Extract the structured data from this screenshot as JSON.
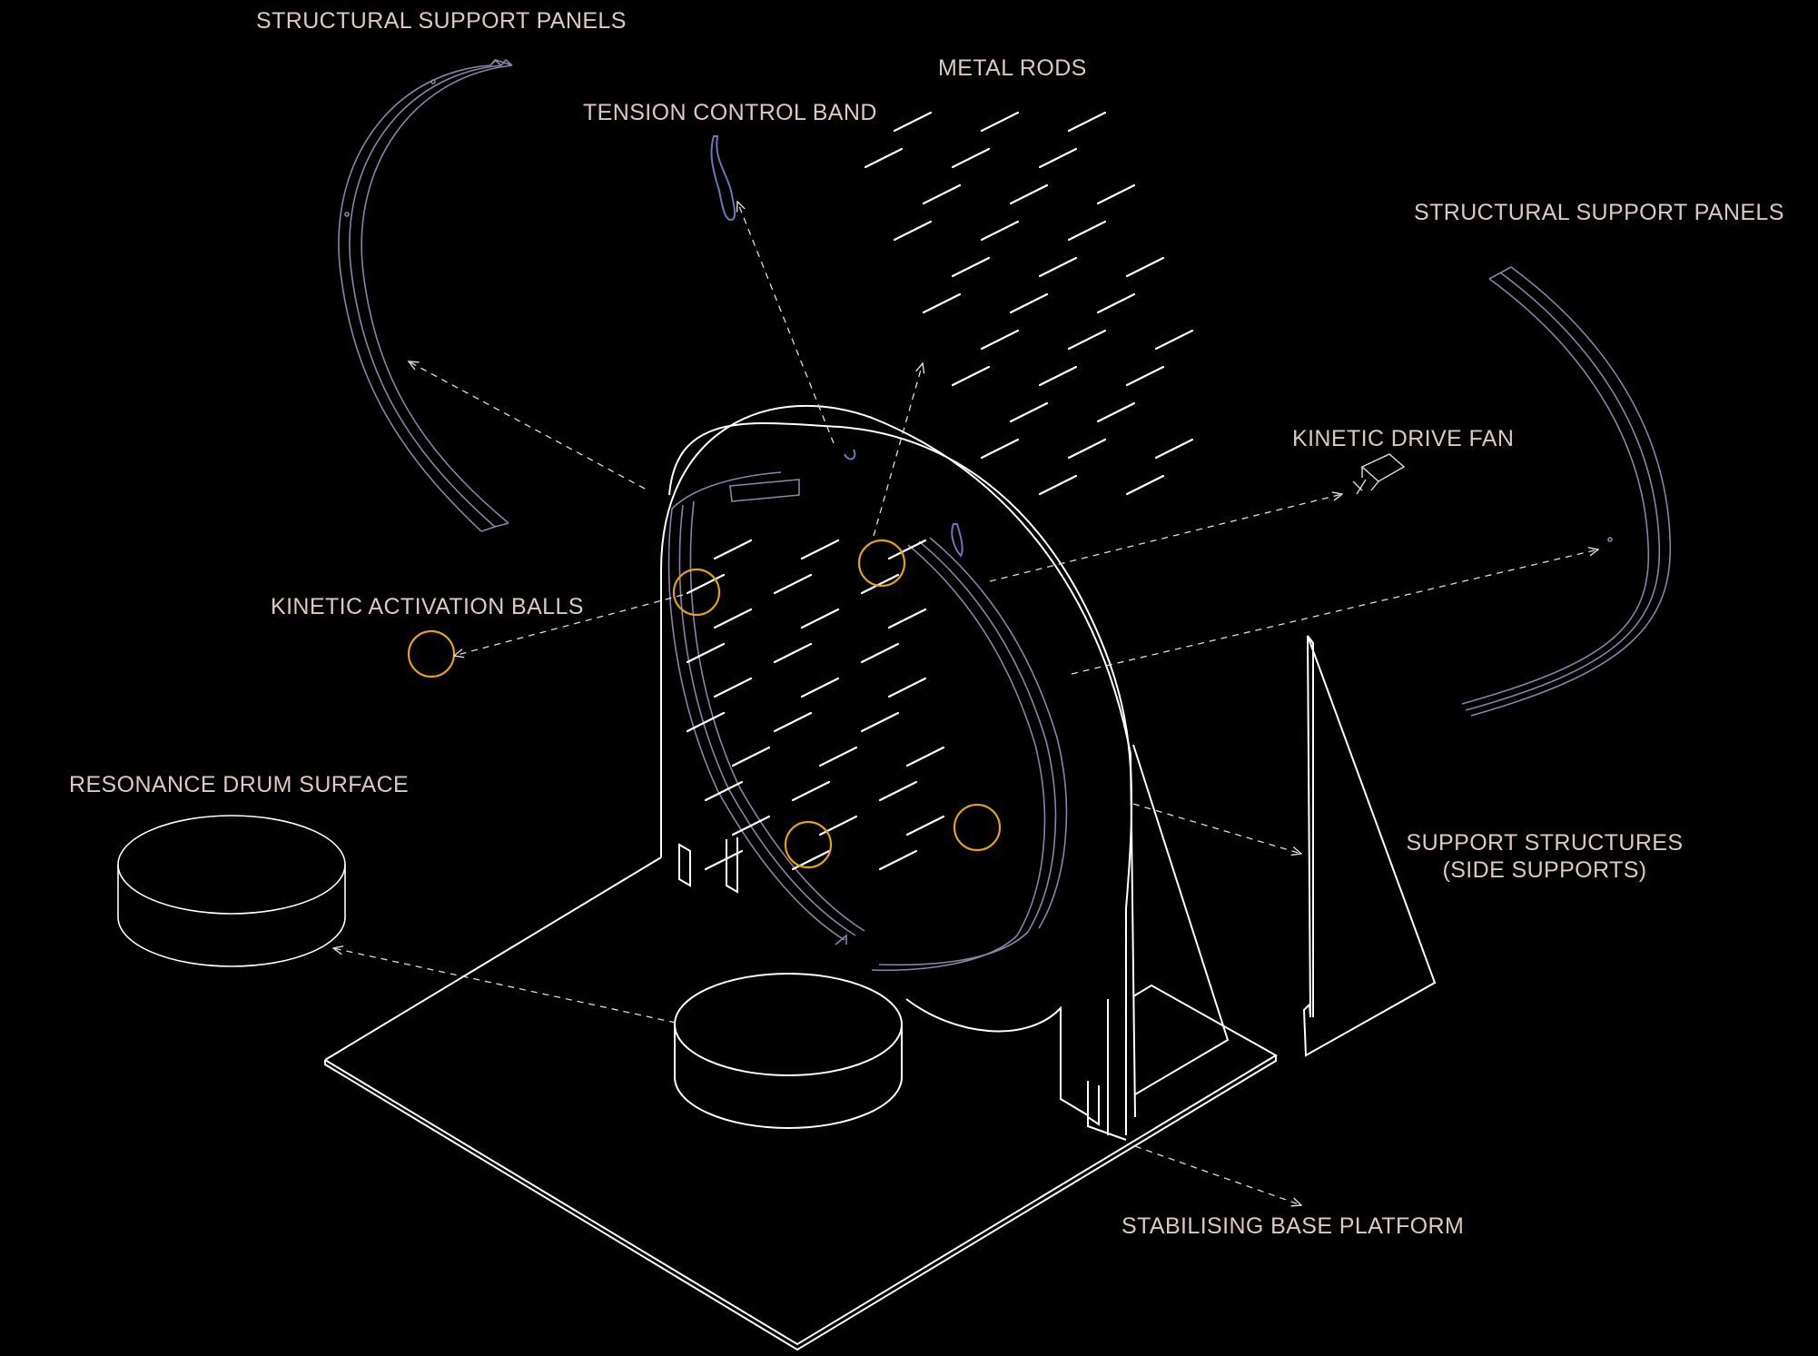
{
  "labels": {
    "panels_left": "STRUCTURAL SUPPORT PANELS",
    "metal_rods": "METAL RODS",
    "tension_band": "TENSION CONTROL BAND",
    "panels_right": "STRUCTURAL SUPPORT PANELS",
    "drive_fan": "KINETIC DRIVE FAN",
    "activation_balls": "KINETIC ACTIVATION BALLS",
    "drum_surface": "RESONANCE DRUM SURFACE",
    "side_supports_1": "SUPPORT STRUCTURES",
    "side_supports_2": "(SIDE SUPPORTS)",
    "base_platform": "STABILISING BASE PLATFORM"
  },
  "colors": {
    "background": "#000000",
    "line": "#ffffff",
    "label": "#ddc9c3",
    "panel_stroke": "#8c82a6",
    "ball": "#e0a21a",
    "band": "#6e74b8"
  }
}
